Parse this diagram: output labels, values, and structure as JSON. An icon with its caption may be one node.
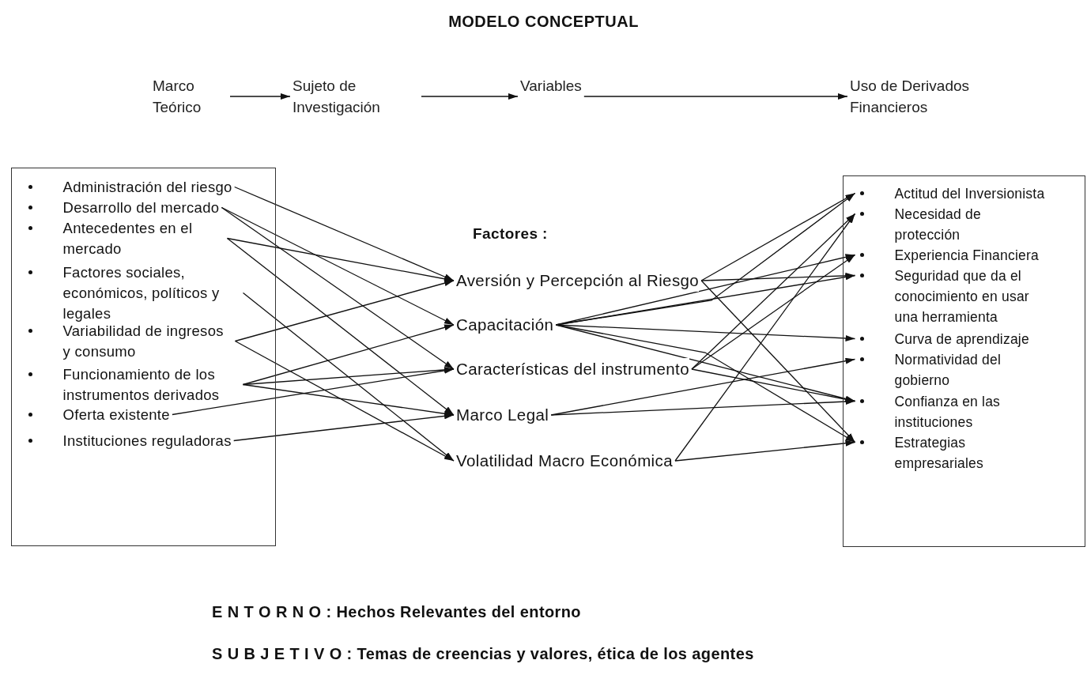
{
  "diagram": {
    "title": "MODELO CONCEPTUAL",
    "nodes": [
      {
        "text": [
          "Marco Teórico"
        ]
      },
      {
        "text": [
          "Sujeto de Investigación"
        ]
      },
      {
        "text": [
          "Variables"
        ]
      },
      {
        "text": [
          "Uso de Derivados Financieros"
        ]
      },
      {
        "text": [],
        "shape": "box"
      },
      {
        "text": [
          "Administración del riesgo"
        ],
        "in": 4
      },
      {
        "text": [
          "Desarrollo del mercado"
        ],
        "in": 4
      },
      {
        "text": [
          "Antecedentes en el mercado"
        ],
        "in": 4
      },
      {
        "text": [
          "Factores sociales, económicos, políticos y legales"
        ],
        "in": 4
      },
      {
        "text": [
          "Variabilidad de ingresos y consumo"
        ],
        "in": 4
      },
      {
        "text": [
          "Funcionamiento de los instrumentos derivados"
        ],
        "in": 4
      },
      {
        "text": [
          "Oferta existente"
        ],
        "in": 4
      },
      {
        "text": [
          "Instituciones reguladoras"
        ],
        "in": 4
      },
      {
        "text": [
          "Aversión y Percepción al Riesgo"
        ]
      },
      {
        "text": [
          "Capacitación"
        ]
      },
      {
        "text": [
          "Características del instrumento"
        ]
      },
      {
        "text": [
          "Marco Legal"
        ]
      },
      {
        "text": [
          "Volatilidad Macro Económica"
        ]
      },
      {
        "text": [],
        "shape": "box"
      },
      {
        "text": [
          "Actitud del Inversionista"
        ],
        "in": 18
      },
      {
        "text": [
          "Necesidad de protección"
        ],
        "in": 18
      },
      {
        "text": [
          "Experiencia Financiera"
        ],
        "in": 18
      },
      {
        "text": [
          "Seguridad que da el conocimiento en usar una herramienta"
        ],
        "in": 18
      },
      {
        "text": [
          "Curva de aprendizaje"
        ],
        "in": 18
      },
      {
        "text": [
          "Normatividad del gobierno"
        ],
        "in": 18
      },
      {
        "text": [
          "Confianza en las instituciones"
        ],
        "in": 18
      },
      {
        "text": [
          "Estrategias empresariales"
        ],
        "in": 18
      }
    ],
    "edges": [
      {
        "from": 0,
        "to": 1,
        "arrow": "to"
      },
      {
        "from": 1,
        "to": 2,
        "arrow": "to"
      },
      {
        "from": 2,
        "to": 3,
        "arrow": "to"
      },
      {
        "from": 5,
        "to": 13,
        "arrow": "to"
      },
      {
        "from": 6,
        "to": 14,
        "arrow": "to"
      },
      {
        "from": 6,
        "to": 15,
        "arrow": "to"
      },
      {
        "from": 7,
        "to": 13,
        "arrow": "to"
      },
      {
        "from": 7,
        "to": 16,
        "arrow": "to"
      },
      {
        "from": 8,
        "to": 17,
        "arrow": "to"
      },
      {
        "from": 9,
        "to": 13,
        "arrow": "to"
      },
      {
        "from": 9,
        "to": 17,
        "arrow": "to"
      },
      {
        "from": 10,
        "to": 14,
        "arrow": "to"
      },
      {
        "from": 10,
        "to": 15,
        "arrow": "to"
      },
      {
        "from": 10,
        "to": 16,
        "arrow": "to"
      },
      {
        "from": 11,
        "to": 15,
        "arrow": "to"
      },
      {
        "from": 12,
        "to": 16,
        "arrow": "to"
      },
      {
        "from": 13,
        "to": 19,
        "arrow": "to"
      },
      {
        "from": 13,
        "to": 22,
        "arrow": "to"
      },
      {
        "from": 13,
        "to": 26,
        "arrow": "to"
      },
      {
        "from": 14,
        "to": 19,
        "arrow": "to"
      },
      {
        "from": 14,
        "to": 21,
        "arrow": "to"
      },
      {
        "from": 14,
        "to": 22,
        "arrow": "to"
      },
      {
        "from": 14,
        "to": 23,
        "arrow": "to"
      },
      {
        "from": 14,
        "to": 25,
        "arrow": "to"
      },
      {
        "from": 14,
        "to": 26,
        "arrow": "to"
      },
      {
        "from": 15,
        "to": 20,
        "arrow": "to"
      },
      {
        "from": 15,
        "to": 21,
        "arrow": "to"
      },
      {
        "from": 15,
        "to": 25,
        "arrow": "to"
      },
      {
        "from": 16,
        "to": 24,
        "arrow": "to"
      },
      {
        "from": 16,
        "to": 25,
        "arrow": "to"
      },
      {
        "from": 17,
        "to": 20,
        "arrow": "to"
      },
      {
        "from": 17,
        "to": 26,
        "arrow": "to"
      }
    ],
    "labels": [
      "Factores :",
      "E N T O R N O : Hechos Relevantes del entorno",
      "S U B J E T I V O : Temas de creencias y valores, ética de los agentes"
    ]
  }
}
